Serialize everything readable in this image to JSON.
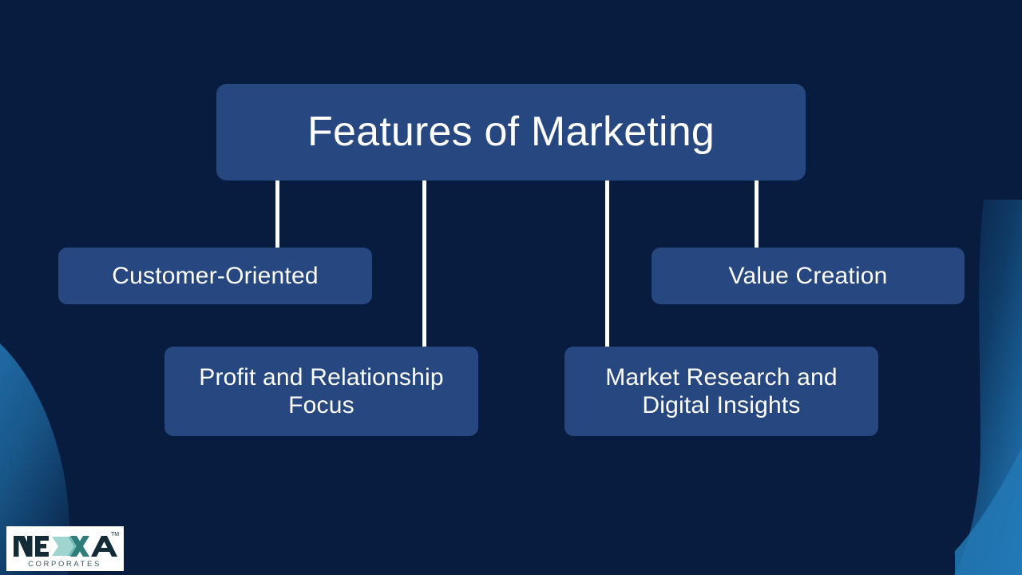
{
  "slide": {
    "title": "Features of Marketing",
    "background_color": "#081c3f",
    "node_color": "#26477f",
    "text_color": "#ffffff",
    "connector_color": "#ffffff",
    "accent_blue": "#1d6aa8"
  },
  "diagram": {
    "type": "tree",
    "root": {
      "label": "Features of Marketing"
    },
    "branch_count": 4,
    "nodes": [
      {
        "id": "customer-oriented",
        "label": "Customer-Oriented"
      },
      {
        "id": "profit-focus",
        "label": "Profit and Relationship Focus"
      },
      {
        "id": "market-research",
        "label": "Market Research and Digital Insights"
      },
      {
        "id": "value-creation",
        "label": "Value Creation"
      }
    ]
  },
  "logo": {
    "brand": "NEXXA",
    "brand_part_1": "NE",
    "brand_part_2": "A",
    "tagline": "C O R P O R A T E S",
    "trademark": "TM",
    "dark_color": "#122b36",
    "teal_color": "#2f7d7a",
    "light_teal": "#9fd4cf"
  }
}
